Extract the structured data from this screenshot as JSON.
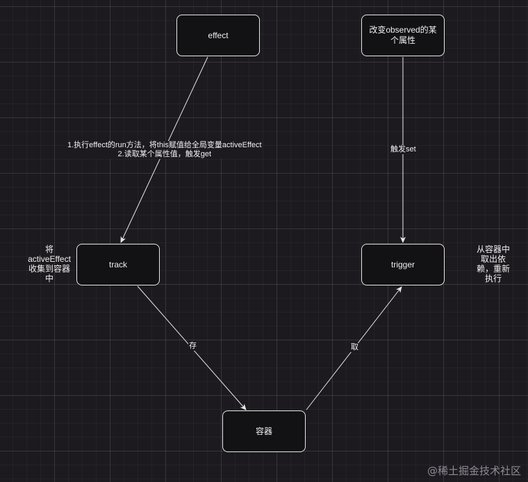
{
  "nodes": {
    "effect": "effect",
    "change": "改变observed的某个属性",
    "track": "track",
    "trigger": "trigger",
    "container": "容器"
  },
  "edge_labels": {
    "effect_track_line1": "1.执行effect的run方法，将this赋值给全局变量activeEffect",
    "effect_track_line2": "2.读取某个属性值，触发get",
    "change_trigger": "触发set",
    "track_container": "存",
    "container_trigger": "取"
  },
  "notes": {
    "left": [
      "将",
      "activeEffect",
      "收集到容器",
      "中"
    ],
    "right": [
      "从容器中",
      "取出依",
      "赖，重新",
      "执行"
    ]
  },
  "watermark": "@稀土掘金技术社区",
  "colors": {
    "background": "#1c1a1f",
    "node_fill": "#121114",
    "stroke": "#e8e8e8",
    "text": "#f0f0f0"
  }
}
